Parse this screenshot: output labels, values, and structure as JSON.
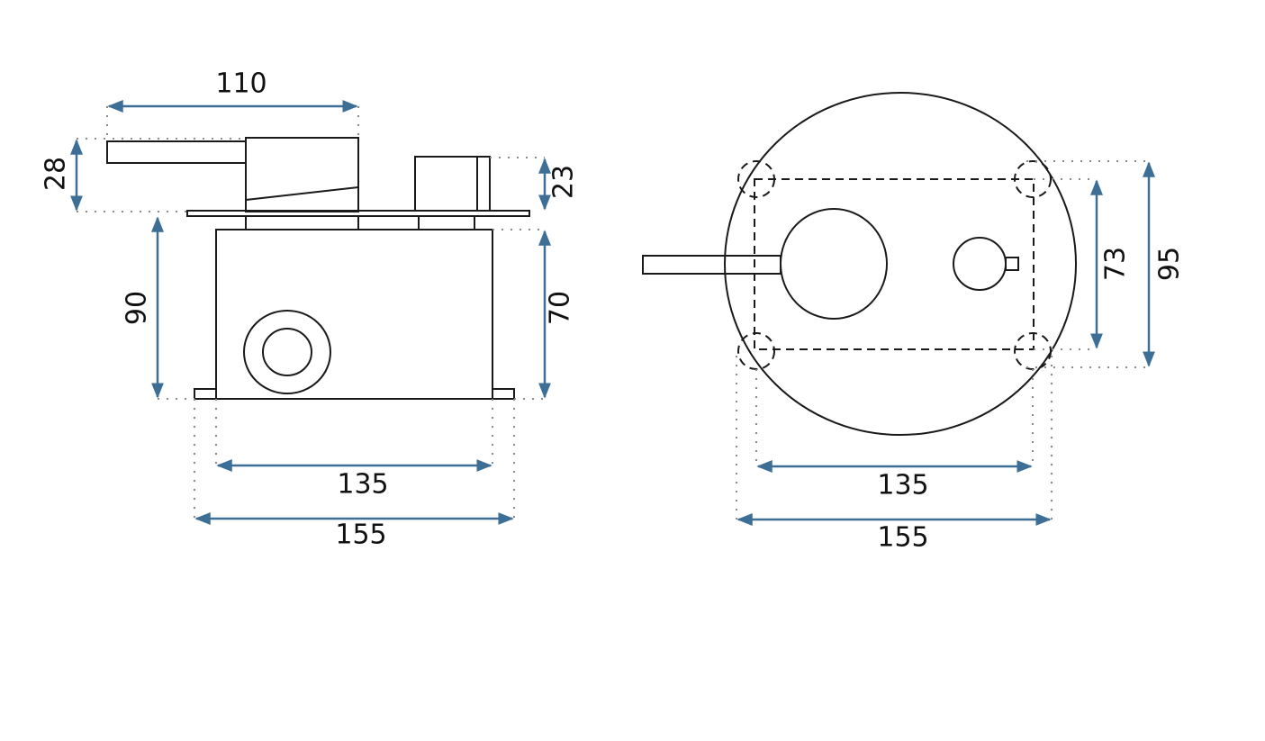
{
  "colors": {
    "dimension": "#3d6f96",
    "outline": "#1a1a1a",
    "background": "#ffffff"
  },
  "side_view": {
    "handle_width": "110",
    "handle_height": "28",
    "knob_height": "23",
    "total_depth": "90",
    "box_depth": "70",
    "box_width": "135",
    "flange_width": "155"
  },
  "front_view": {
    "inner_height": "73",
    "outer_height": "95",
    "box_width": "135",
    "flange_width": "155"
  }
}
